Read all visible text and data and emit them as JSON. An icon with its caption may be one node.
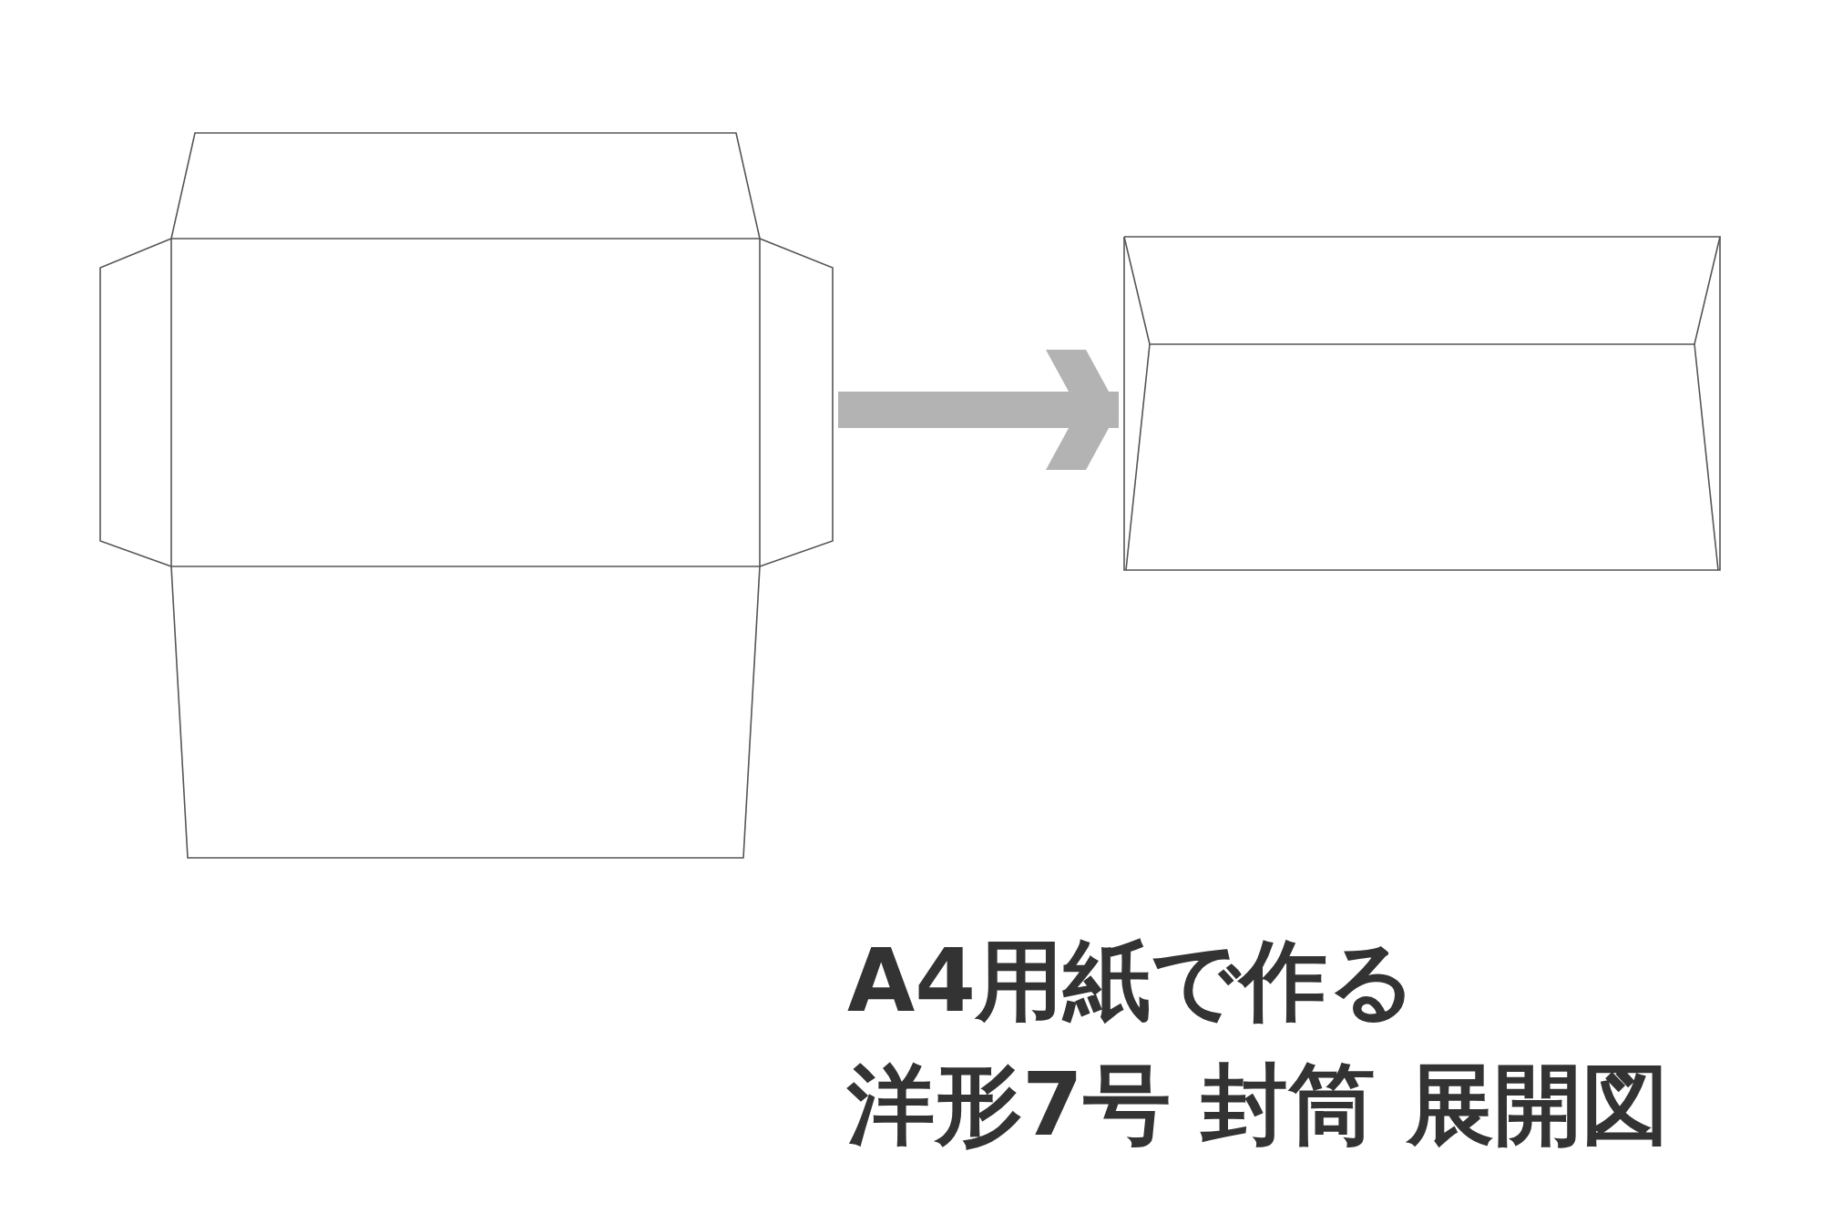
{
  "diagram": {
    "title": "A4用紙で作る洋形7号 封筒 展開図",
    "nodes": [
      {
        "text": [],
        "shape": "picture"
      },
      {
        "text": [],
        "shape": "picture"
      }
    ],
    "edges": [
      {
        "from": 0,
        "to": 1,
        "arrow": "to"
      }
    ]
  }
}
